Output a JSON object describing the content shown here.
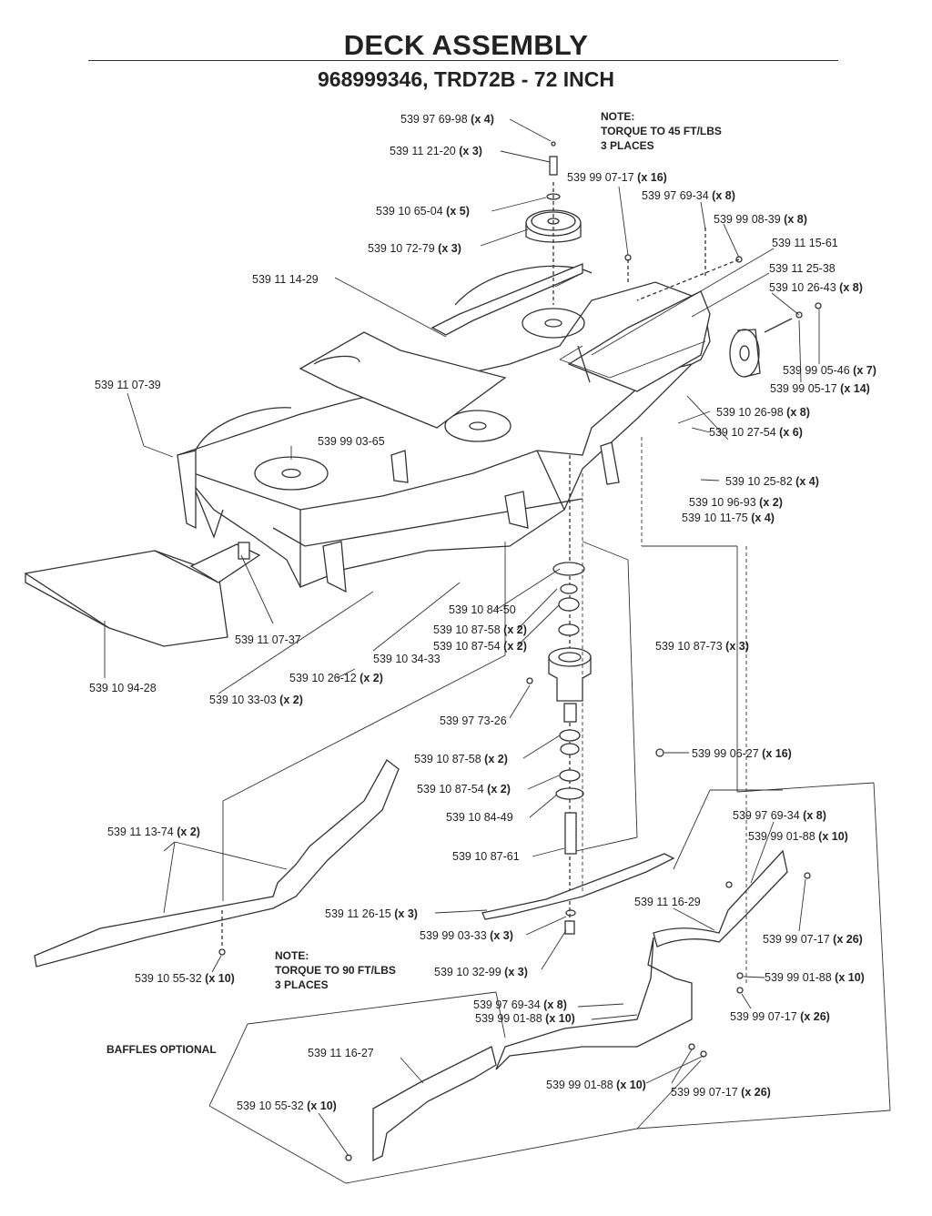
{
  "header": {
    "title": "DECK ASSEMBLY",
    "subtitle": "968999346, TRD72B - 72 INCH"
  },
  "notes": {
    "top": [
      "NOTE:",
      "TORQUE TO 45 FT/LBS",
      "3 PLACES"
    ],
    "bottom": [
      "NOTE:",
      "TORQUE TO 90 FT/LBS",
      "3 PLACES"
    ],
    "baffles": "BAFFLES OPTIONAL"
  },
  "labels": [
    {
      "part": "539 97 69-98",
      "qty": "(x 4)"
    },
    {
      "part": "539 11 21-20",
      "qty": "(x 3)"
    },
    {
      "part": "539 99 07-17",
      "qty": "(x 16)"
    },
    {
      "part": "539 97 69-34",
      "qty": "(x 8)"
    },
    {
      "part": "539 10 65-04",
      "qty": "(x 5)"
    },
    {
      "part": "539 99 08-39",
      "qty": "(x 8)"
    },
    {
      "part": "539 10 72-79",
      "qty": "(x 3)"
    },
    {
      "part": "539 11 15-61",
      "qty": ""
    },
    {
      "part": "539 11 25-38",
      "qty": ""
    },
    {
      "part": "539 11 14-29",
      "qty": ""
    },
    {
      "part": "539 10 26-43",
      "qty": "(x 8)"
    },
    {
      "part": "539 99 05-46",
      "qty": "(x 7)"
    },
    {
      "part": "539 11 07-39",
      "qty": ""
    },
    {
      "part": "539 99 05-17",
      "qty": "(x 14)"
    },
    {
      "part": "539 10 26-98",
      "qty": "(x 8)"
    },
    {
      "part": "539 10 27-54",
      "qty": "(x 6)"
    },
    {
      "part": "539 99 03-65",
      "qty": ""
    },
    {
      "part": "539 10 25-82",
      "qty": "(x 4)"
    },
    {
      "part": "539 10 96-93",
      "qty": "(x 2)"
    },
    {
      "part": "539 10 11-75",
      "qty": "(x 4)"
    },
    {
      "part": "539 10 84-50",
      "qty": ""
    },
    {
      "part": "539 10 87-58",
      "qty": "(x 2)"
    },
    {
      "part": "539 11 07-37",
      "qty": ""
    },
    {
      "part": "539 10 87-54",
      "qty": "(x 2)"
    },
    {
      "part": "539 10 87-73",
      "qty": "(x 3)"
    },
    {
      "part": "539 10 34-33",
      "qty": ""
    },
    {
      "part": "539 10 26-12",
      "qty": "(x 2)"
    },
    {
      "part": "539 10 94-28",
      "qty": ""
    },
    {
      "part": "539 10 33-03",
      "qty": "(x 2)"
    },
    {
      "part": "539 97 73-26",
      "qty": ""
    },
    {
      "part": "539 99 06-27",
      "qty": "(x 16)"
    },
    {
      "part": "539 10 87-58",
      "qty": "(x 2)"
    },
    {
      "part": "539 10 87-54",
      "qty": "(x 2)"
    },
    {
      "part": "539 97 69-34",
      "qty": "(x 8)"
    },
    {
      "part": "539 10 84-49",
      "qty": ""
    },
    {
      "part": "539 11 13-74",
      "qty": "(x 2)"
    },
    {
      "part": "539 99 01-88",
      "qty": "(x 10)"
    },
    {
      "part": "539 10 87-61",
      "qty": ""
    },
    {
      "part": "539 11 16-29",
      "qty": ""
    },
    {
      "part": "539 11 26-15",
      "qty": "(x 3)"
    },
    {
      "part": "539 99 07-17",
      "qty": "(x 26)"
    },
    {
      "part": "539 99 03-33",
      "qty": "(x 3)"
    },
    {
      "part": "539 10 32-99",
      "qty": "(x 3)"
    },
    {
      "part": "539 10 55-32",
      "qty": "(x 10)"
    },
    {
      "part": "539 99 01-88",
      "qty": "(x 10)"
    },
    {
      "part": "539 97 69-34",
      "qty": "(x 8)"
    },
    {
      "part": "539 99 01-88",
      "qty": "(x 10)"
    },
    {
      "part": "539 99 07-17",
      "qty": "(x 26)"
    },
    {
      "part": "539 11 16-27",
      "qty": ""
    },
    {
      "part": "539 99 01-88",
      "qty": "(x 10)"
    },
    {
      "part": "539 99 07-17",
      "qty": "(x 26)"
    },
    {
      "part": "539 10 55-32",
      "qty": "(x 10)"
    }
  ]
}
